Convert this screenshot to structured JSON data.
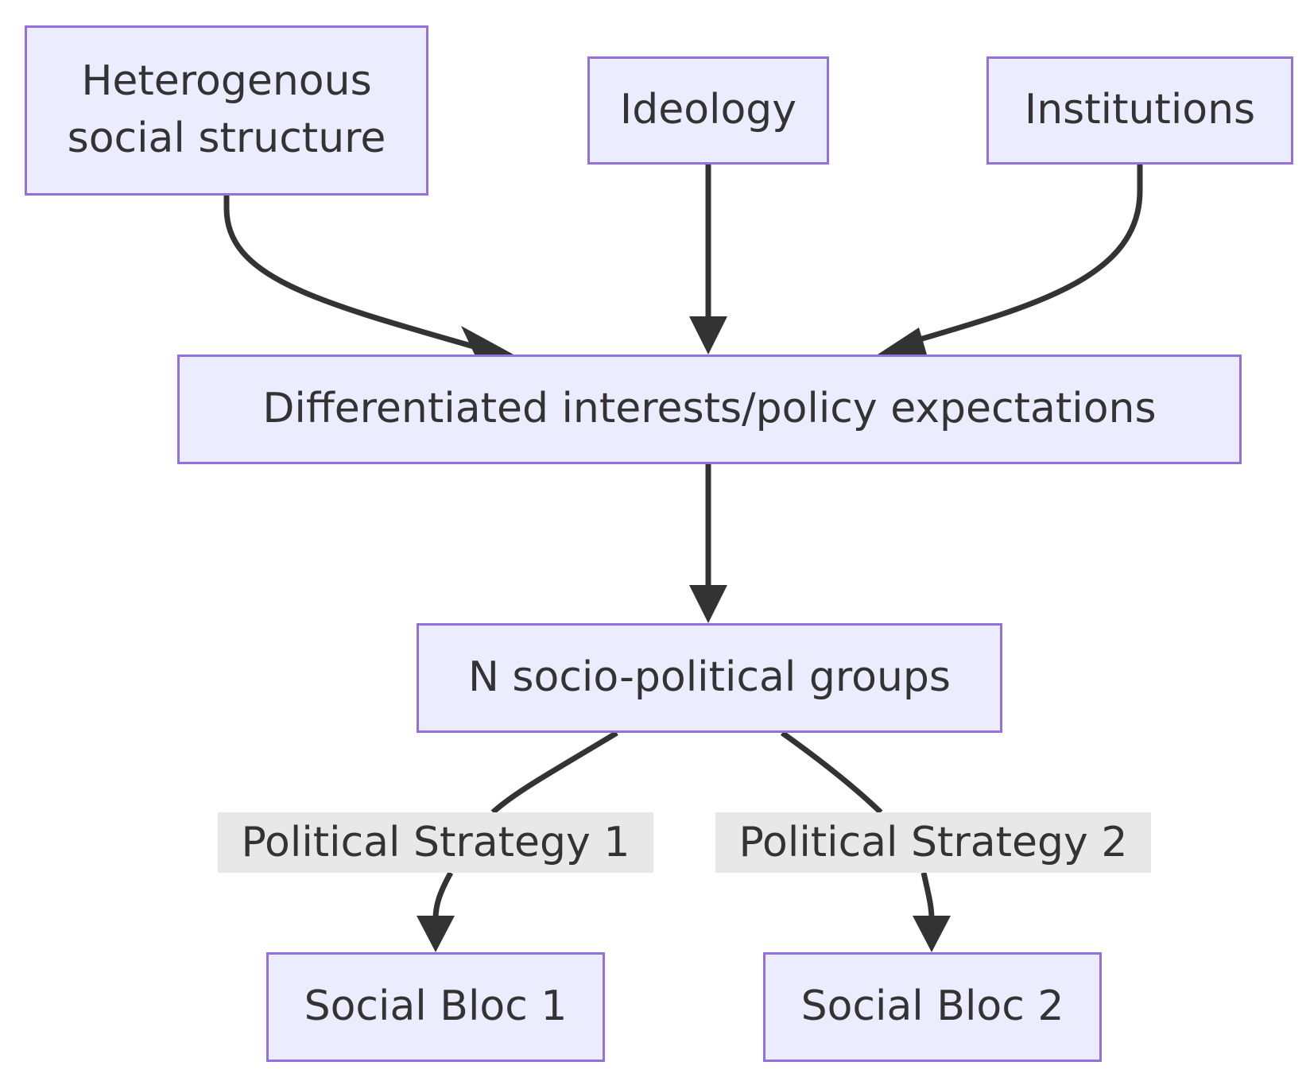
{
  "nodes": {
    "heterogenous": {
      "line1": "Heterogenous",
      "line2": "social structure"
    },
    "ideology": {
      "label": "Ideology"
    },
    "institutions": {
      "label": "Institutions"
    },
    "differentiated": {
      "label": "Differentiated interests/policy expectations"
    },
    "groups": {
      "label": "N socio-political groups"
    },
    "bloc1": {
      "label": "Social Bloc 1"
    },
    "bloc2": {
      "label": "Social Bloc 2"
    }
  },
  "edges": [
    {
      "from": "heterogenous",
      "to": "differentiated",
      "label": ""
    },
    {
      "from": "ideology",
      "to": "differentiated",
      "label": ""
    },
    {
      "from": "institutions",
      "to": "differentiated",
      "label": ""
    },
    {
      "from": "differentiated",
      "to": "groups",
      "label": ""
    },
    {
      "from": "groups",
      "to": "bloc1",
      "label": "Political Strategy 1"
    },
    {
      "from": "groups",
      "to": "bloc2",
      "label": "Political Strategy 2"
    }
  ],
  "colors": {
    "node_fill": "#ececff",
    "node_border": "#9370db",
    "edge": "#333333",
    "edge_label_bg": "#e8e8e8",
    "text": "#333333"
  }
}
